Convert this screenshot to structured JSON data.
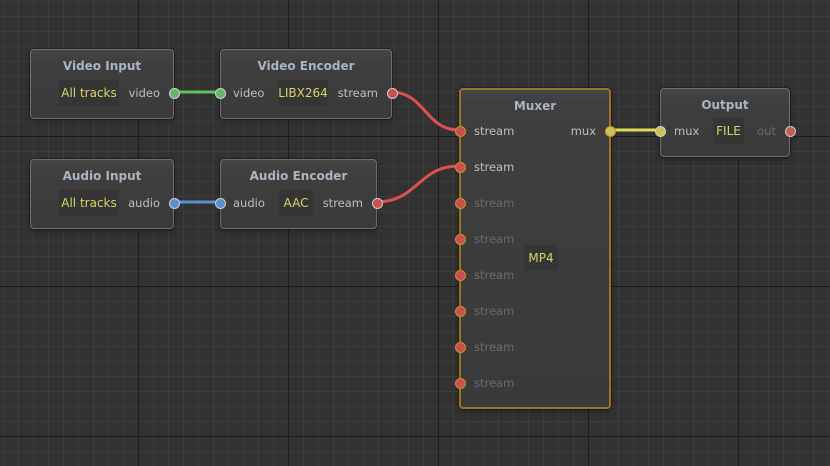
{
  "nodes": {
    "video_input": {
      "title": "Video Input",
      "param": "All tracks",
      "outputs": [
        "video"
      ]
    },
    "video_encoder": {
      "title": "Video Encoder",
      "param": "LIBX264",
      "inputs": [
        "video"
      ],
      "outputs": [
        "stream"
      ]
    },
    "audio_input": {
      "title": "Audio Input",
      "param": "All tracks",
      "outputs": [
        "audio"
      ]
    },
    "audio_encoder": {
      "title": "Audio Encoder",
      "param": "AAC",
      "inputs": [
        "audio"
      ],
      "outputs": [
        "stream"
      ]
    },
    "muxer": {
      "title": "Muxer",
      "param": "MP4",
      "inputs": [
        "stream",
        "stream",
        "stream",
        "stream",
        "stream",
        "stream",
        "stream",
        "stream"
      ],
      "outputs": [
        "mux"
      ]
    },
    "output": {
      "title": "Output",
      "param": "FILE",
      "inputs": [
        "mux"
      ],
      "outputs": [
        "out"
      ]
    }
  },
  "links": [
    {
      "from": "video_input.video",
      "to": "video_encoder.video",
      "color": "#5fc25f"
    },
    {
      "from": "audio_input.audio",
      "to": "audio_encoder.audio",
      "color": "#5a8fd8"
    },
    {
      "from": "video_encoder.stream",
      "to": "muxer.stream_1",
      "color": "#e05050"
    },
    {
      "from": "audio_encoder.stream",
      "to": "muxer.stream_2",
      "color": "#e05050"
    },
    {
      "from": "muxer.mux",
      "to": "output.mux",
      "color": "#e0dc50"
    }
  ],
  "colors": {
    "background": "#323232",
    "muxer_border": "#9a7325",
    "param_text": "#d6d66c"
  }
}
